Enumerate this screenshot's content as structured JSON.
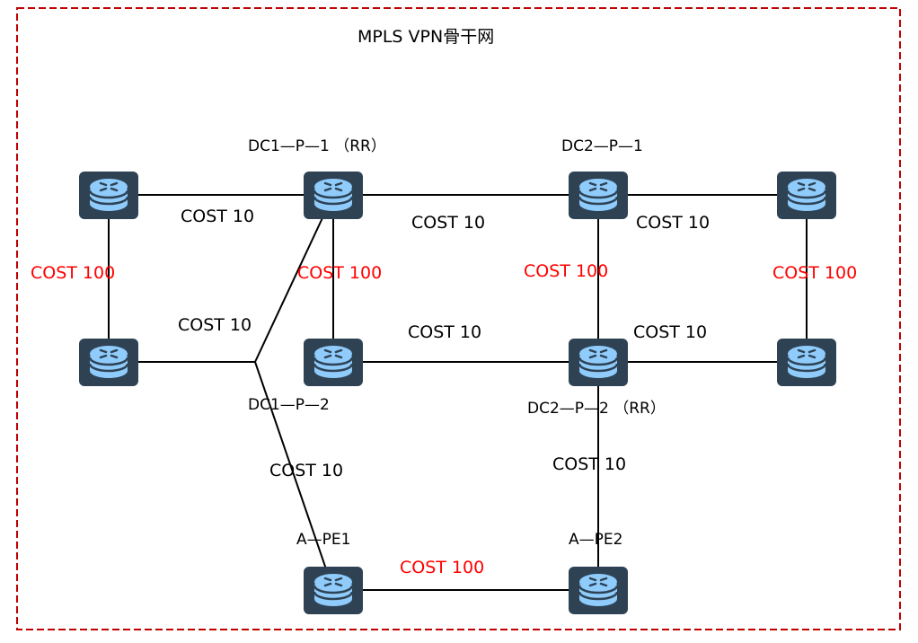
{
  "title": "MPLS VPN骨干网",
  "colors": {
    "boundary": "#c00000",
    "router_bg": "#2e4254",
    "router_body": "#8fcbfb",
    "link": "#000000",
    "cost_high": "#ff0000",
    "cost_low": "#000000"
  },
  "routers": [
    {
      "id": "r-top-left",
      "label": ""
    },
    {
      "id": "dc1-p-1",
      "label": "DC1—P—1 （RR）"
    },
    {
      "id": "dc2-p-1",
      "label": "DC2—P—1"
    },
    {
      "id": "r-top-right",
      "label": ""
    },
    {
      "id": "r-mid-left",
      "label": ""
    },
    {
      "id": "dc1-p-2",
      "label": "DC1—P—2"
    },
    {
      "id": "dc2-p-2",
      "label": "DC2—P—2 （RR）"
    },
    {
      "id": "r-mid-right",
      "label": ""
    },
    {
      "id": "a-pe1",
      "label": "A—PE1"
    },
    {
      "id": "a-pe2",
      "label": "A—PE2"
    }
  ],
  "links": [
    {
      "from": "r-top-left",
      "to": "dc1-p-1",
      "cost": "COST 10"
    },
    {
      "from": "dc1-p-1",
      "to": "dc2-p-1",
      "cost": "COST 10"
    },
    {
      "from": "dc2-p-1",
      "to": "r-top-right",
      "cost": "COST 10"
    },
    {
      "from": "r-top-left",
      "to": "r-mid-left",
      "cost": "COST 100"
    },
    {
      "from": "dc1-p-1",
      "to": "dc1-p-2",
      "cost": "COST 100"
    },
    {
      "from": "dc2-p-1",
      "to": "dc2-p-2",
      "cost": "COST 100"
    },
    {
      "from": "r-top-right",
      "to": "r-mid-right",
      "cost": "COST 100"
    },
    {
      "from": "r-mid-left",
      "to": "junction",
      "cost": "COST 10"
    },
    {
      "from": "dc1-p-2",
      "to": "dc2-p-2",
      "cost": "COST 10"
    },
    {
      "from": "dc2-p-2",
      "to": "r-mid-right",
      "cost": "COST 10"
    },
    {
      "from": "junction",
      "to": "a-pe1",
      "cost": "COST 10"
    },
    {
      "from": "dc2-p-2",
      "to": "a-pe2",
      "cost": "COST 10"
    },
    {
      "from": "a-pe1",
      "to": "a-pe2",
      "cost": "COST 100"
    }
  ]
}
